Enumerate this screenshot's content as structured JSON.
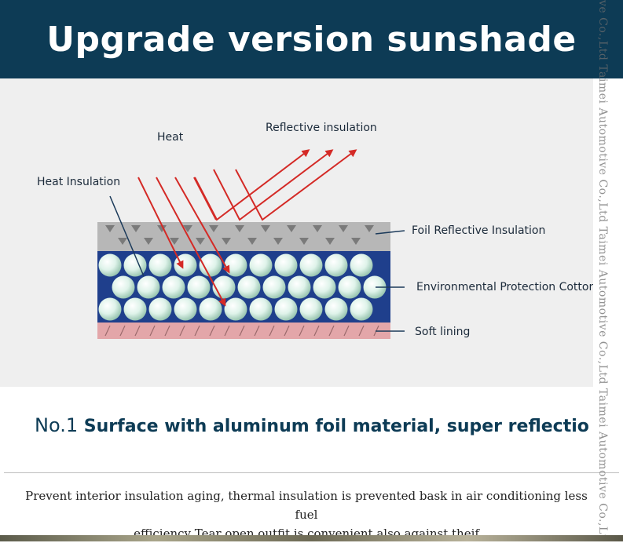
{
  "header": {
    "title": "Upgrade version sunshade"
  },
  "diagram": {
    "labels": {
      "heat": "Heat",
      "reflective_insulation": "Reflective insulation",
      "heat_insulation": "Heat Insulation",
      "foil_layer": "Foil Reflective Insulation",
      "cotton_layer": "Environmental Protection Cotton",
      "soft_lining": "Soft lining"
    },
    "colors": {
      "arrow": "#d42a26",
      "foil": "#b7b7b7",
      "cotton_bg": "#1f3f8c",
      "ball": "#dff3ea",
      "lining": "#e3a6a9",
      "leader_line": "#1b3a5a"
    }
  },
  "feature": {
    "number": "No.1",
    "text": "Surface with aluminum foil material, super reflectio"
  },
  "description": {
    "line1": "Prevent interior insulation  aging, thermal insulation is prevented bask in air conditioning less fuel",
    "line2": "efficiency Tear open outfit is convenient also against theif"
  },
  "watermark": {
    "text": "ve Co.,Ltd    Taimei Automotive Co.,Ltd    Taimei Automotive Co.,Ltd    Taimei Automotive Co.,Ltd"
  }
}
